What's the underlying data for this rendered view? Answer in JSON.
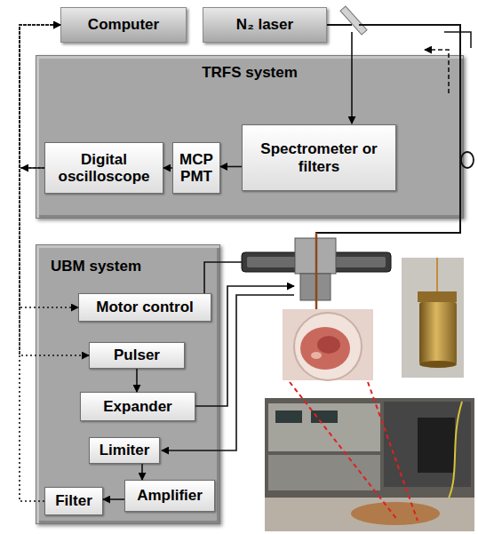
{
  "diagram": {
    "nodes": [
      {
        "text": [
          "Computer"
        ]
      },
      {
        "text": [
          "N₂ laser"
        ]
      },
      {
        "text": [
          "TRFS system"
        ]
      },
      {
        "text": [
          "Digital oscilloscope"
        ],
        "in": 2
      },
      {
        "text": [
          "MCP PMT"
        ],
        "in": 2
      },
      {
        "text": [
          "Spectrometer or filters"
        ],
        "in": 2
      },
      {
        "text": [
          "UBM system"
        ]
      },
      {
        "text": [
          "Motor control"
        ],
        "in": 6
      },
      {
        "text": [
          "Pulser"
        ],
        "in": 6
      },
      {
        "text": [
          "Expander"
        ],
        "in": 6
      },
      {
        "text": [
          "Limiter"
        ],
        "in": 6
      },
      {
        "text": [
          "Amplifier"
        ],
        "in": 6
      },
      {
        "text": [
          "Filter"
        ],
        "in": 6
      }
    ],
    "edges": [
      {
        "from": 5,
        "to": 4,
        "arrow": "to"
      },
      {
        "from": 4,
        "to": 3,
        "arrow": "to"
      },
      {
        "from": 3,
        "to": 0,
        "arrow": "to"
      },
      {
        "from": 0,
        "to": 7,
        "arrow": "to"
      },
      {
        "from": 0,
        "to": 8,
        "arrow": "to"
      },
      {
        "from": 12,
        "to": 0,
        "arrow": "to"
      },
      {
        "from": 8,
        "to": 9,
        "arrow": "to"
      },
      {
        "from": 10,
        "to": 11,
        "arrow": "to"
      },
      {
        "from": 11,
        "to": 12,
        "arrow": "to"
      }
    ]
  }
}
